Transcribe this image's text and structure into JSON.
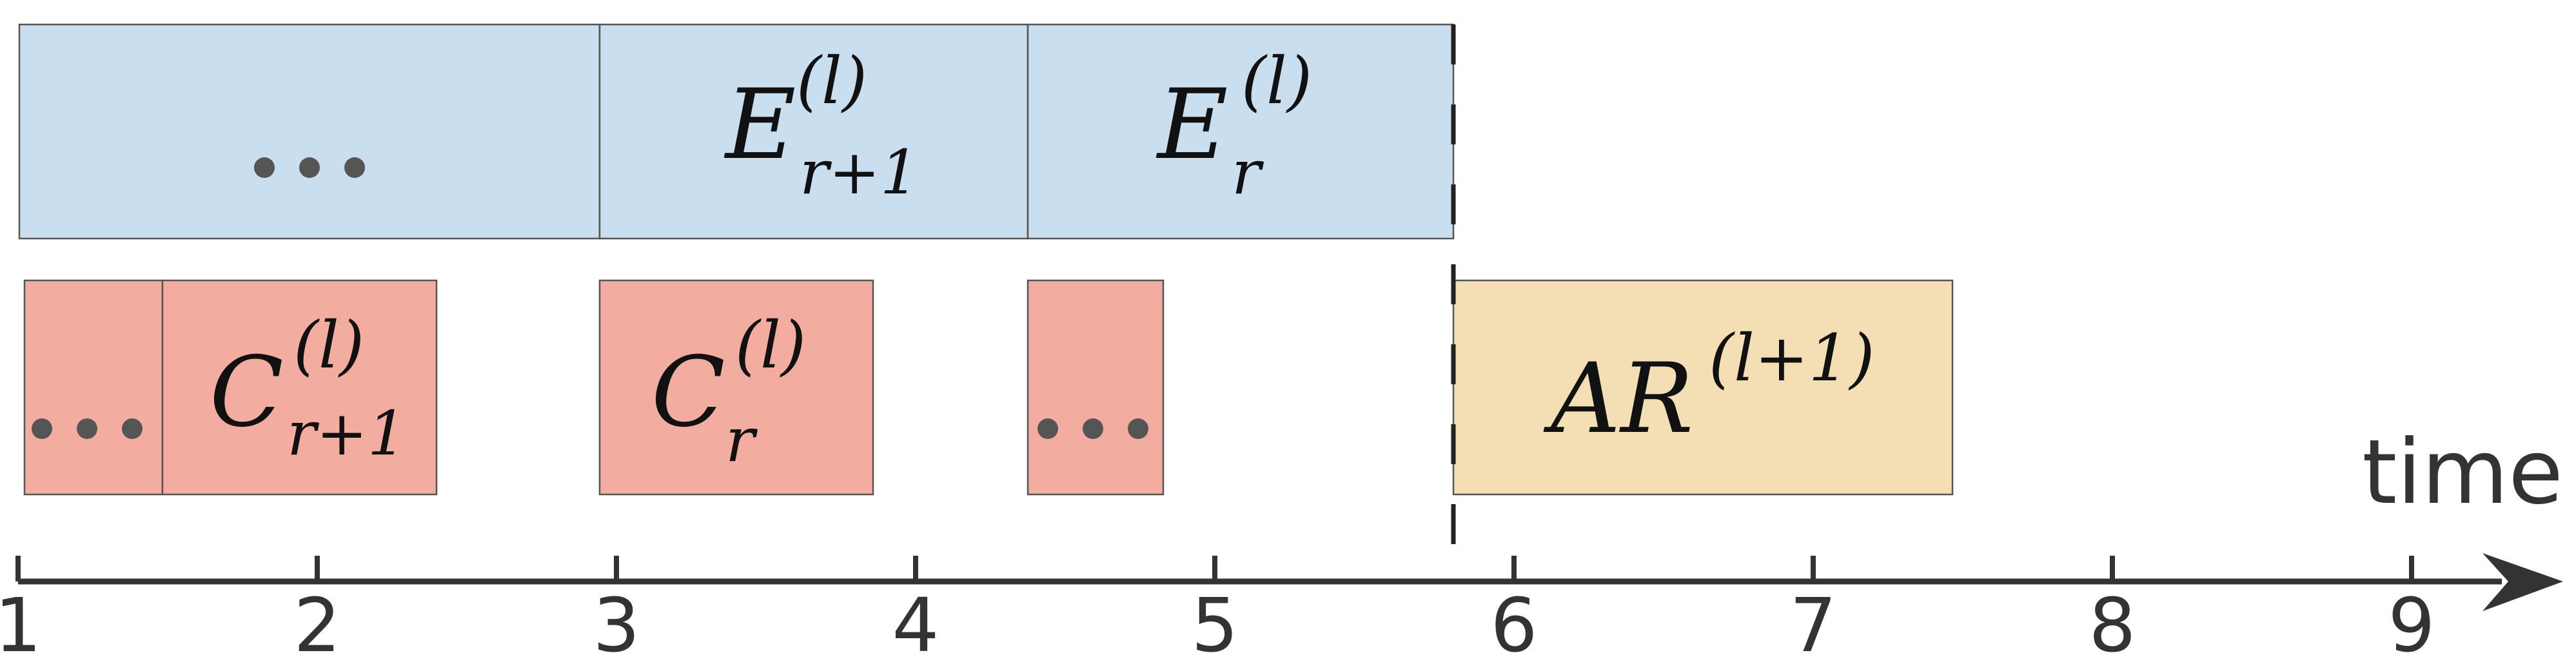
{
  "colors": {
    "compute_fill": "#c9dff0",
    "comm_fill": "#f2ada0",
    "ar_fill": "#f3dfb3",
    "stroke": "#555555",
    "axis": "#333333",
    "dots": "#555555"
  },
  "top_row": [
    {
      "kind": "ellipsis"
    },
    {
      "base": "E",
      "sup": "(l)",
      "sub": "r+1"
    },
    {
      "base": "E",
      "sup": "(l)",
      "sub": "r"
    }
  ],
  "bottom_row": [
    {
      "kind": "ellipsis"
    },
    {
      "base": "C",
      "sup": "(l)",
      "sub": "r+1"
    },
    {
      "base": "C",
      "sup": "(l)",
      "sub": "r"
    },
    {
      "kind": "ellipsis"
    },
    {
      "base": "AR",
      "sup": "(l+1)",
      "sub": ""
    }
  ],
  "axis": {
    "label": "time",
    "ticks": [
      "1",
      "2",
      "3",
      "4",
      "5",
      "6",
      "7",
      "8",
      "9"
    ]
  }
}
